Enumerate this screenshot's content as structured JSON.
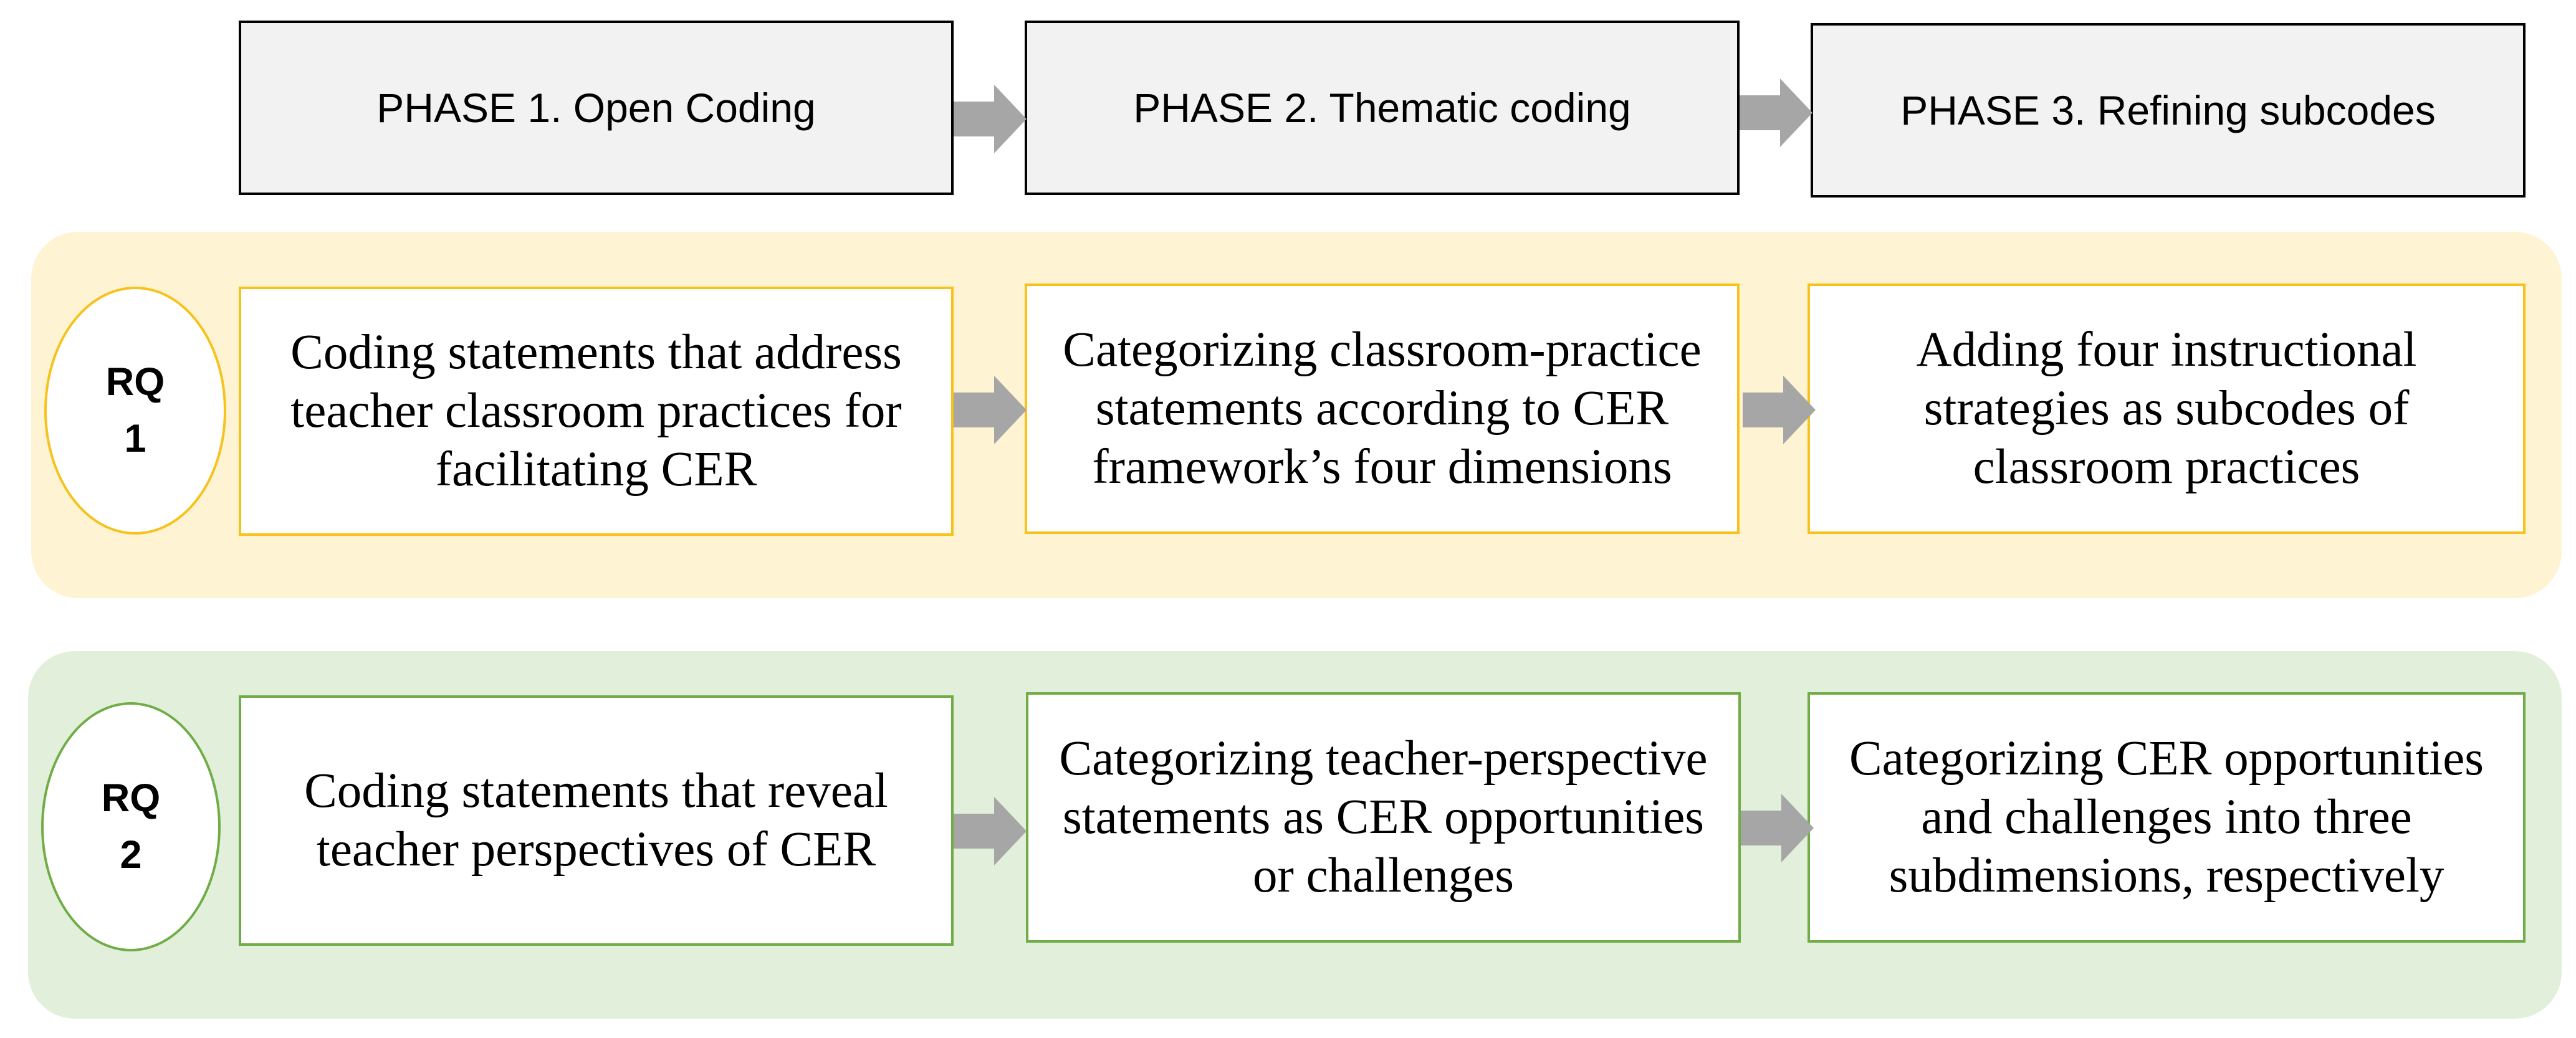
{
  "phases": [
    {
      "label": "PHASE 1. Open Coding"
    },
    {
      "label": "PHASE 2. Thematic coding"
    },
    {
      "label": "PHASE 3. Refining subcodes"
    }
  ],
  "rows": [
    {
      "rq_line1": "RQ",
      "rq_line2": "1",
      "accent": "#f7c21b",
      "band": "#fef3d3",
      "steps": [
        "Coding statements that address teacher classroom practices for facilitating CER",
        "Categorizing classroom-practice statements according to CER framework’s four dimensions",
        "Adding four instructional strategies as subcodes of classroom practices"
      ]
    },
    {
      "rq_line1": "RQ",
      "rq_line2": "2",
      "accent": "#70ad47",
      "band": "#e2efda",
      "steps": [
        "Coding statements that reveal teacher perspectives of CER",
        "Categorizing teacher-perspective statements as CER opportunities or challenges",
        "Categorizing CER opportunities and challenges into three subdimensions, respectively"
      ]
    }
  ],
  "colors": {
    "arrow": "#a6a6a6",
    "phase_fill": "#f2f2f2",
    "outline": "#000000"
  }
}
